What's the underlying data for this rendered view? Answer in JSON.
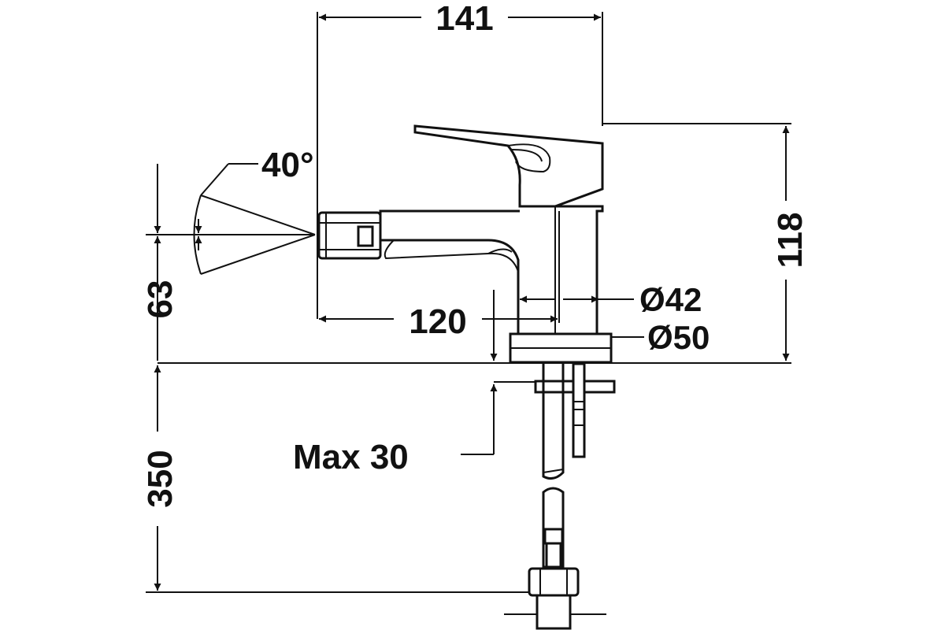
{
  "drawing": {
    "dimensions": {
      "total_width": "141",
      "spout_reach": "120",
      "total_height": "118",
      "base_height": "63",
      "hose_length": "350",
      "max_thickness": "Max 30",
      "body_diameter": "Ø42",
      "base_diameter": "Ø50",
      "spray_angle": "40°"
    }
  }
}
